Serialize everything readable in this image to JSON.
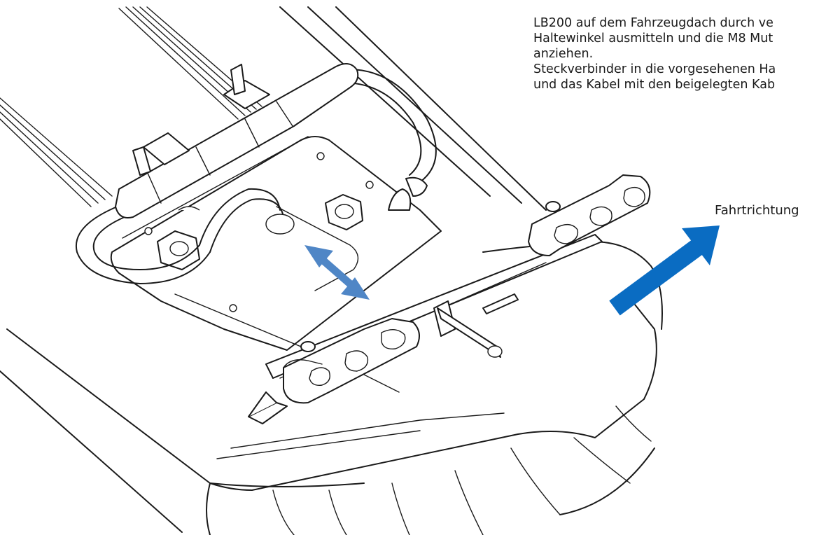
{
  "instructions": {
    "line1": "LB200 auf dem Fahrzeugdach durch ve",
    "line2": "Haltewinkel ausmitteln und die M8 Mut",
    "line3": "anziehen.",
    "line4": "Steckverbinder in die vorgesehenen Ha",
    "line5": "und das Kabel mit den beigelegten Kab"
  },
  "direction_label": "Fahrtrichtung",
  "colors": {
    "arrow_blue": "#0a6cc2",
    "double_arrow_blue": "#4f86c6",
    "line": "#1a1a1a"
  },
  "icons": {
    "direction_arrow": "arrow-up-right-icon",
    "adjust_arrow": "double-arrow-icon"
  }
}
